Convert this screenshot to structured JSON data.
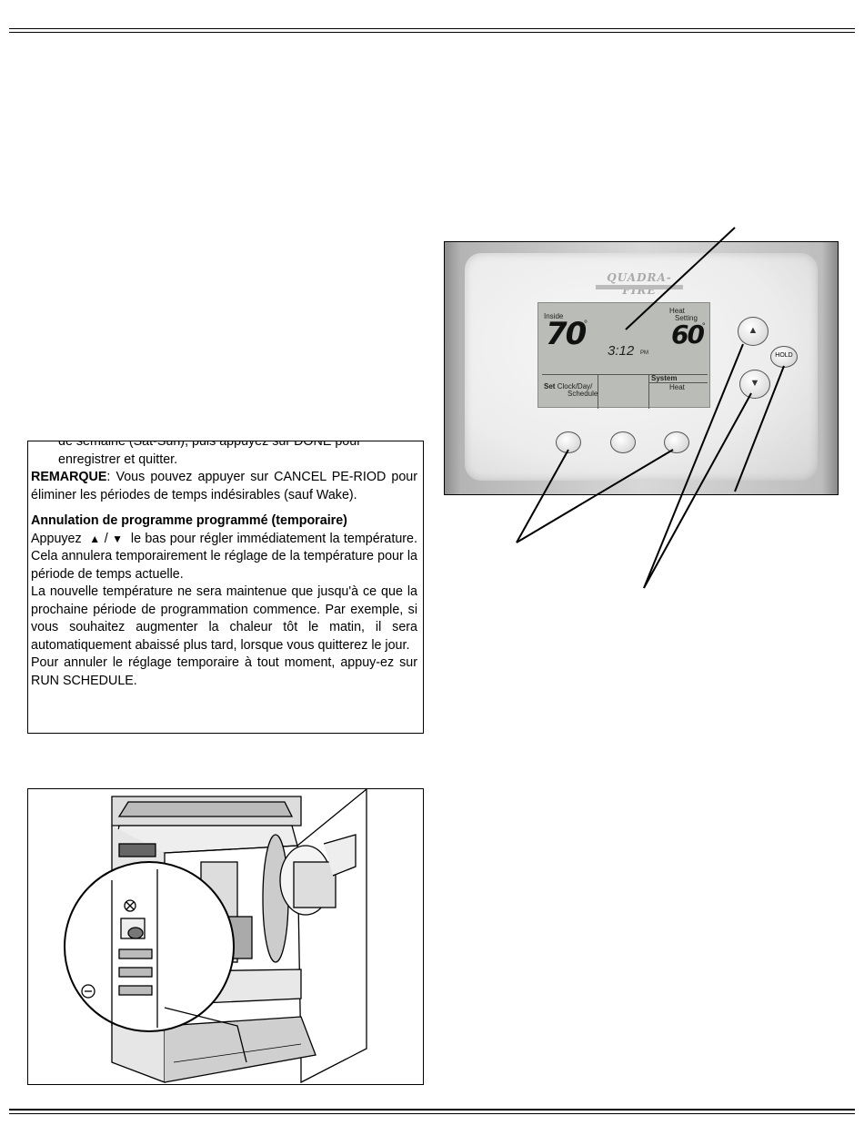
{
  "french_box": {
    "cut_line": "de semaine (Sat-Sun), puis appuyez sur DONE pour",
    "line_save": "enregistrer et quitter.",
    "note_label": "REMARQUE",
    "note_text": ": Vous pouvez appuyer sur CANCEL PE-RIOD pour éliminer les périodes de temps indésirables (sauf Wake).",
    "override_heading": "Annulation de programme programmé (temporaire)",
    "press_word": "Appuyez",
    "up_symbol": "▲",
    "slash": "/",
    "down_symbol": "▼",
    "press_rest": "le bas pour régler immédiatement la température. Cela annulera temporairement le réglage de la température pour la période de temps actuelle.",
    "para_maintain": "La nouvelle température ne sera maintenue que jusqu'à ce que la prochaine période de programmation commence. Par exemple, si vous souhaitez augmenter la chaleur tôt le matin, il sera automatiquement abaissé plus tard, lorsque vous quitterez le jour.",
    "para_cancel": "Pour annuler le réglage temporaire à tout moment, appuy-ez sur RUN SCHEDULE."
  },
  "thermostat": {
    "brand": "QUADRA-FIRE",
    "inside_label": "Inside",
    "inside_temp": "70",
    "degree": "°",
    "time": "3:12",
    "pm": "PM",
    "heat_label": "Heat",
    "setting_label": "Setting",
    "set_temp": "60",
    "set_label": "Set",
    "clock_label": "Clock/Day/",
    "schedule_label": "Schedule",
    "system_label": "System",
    "heat_mode": "Heat",
    "hold_label": "HOLD"
  }
}
